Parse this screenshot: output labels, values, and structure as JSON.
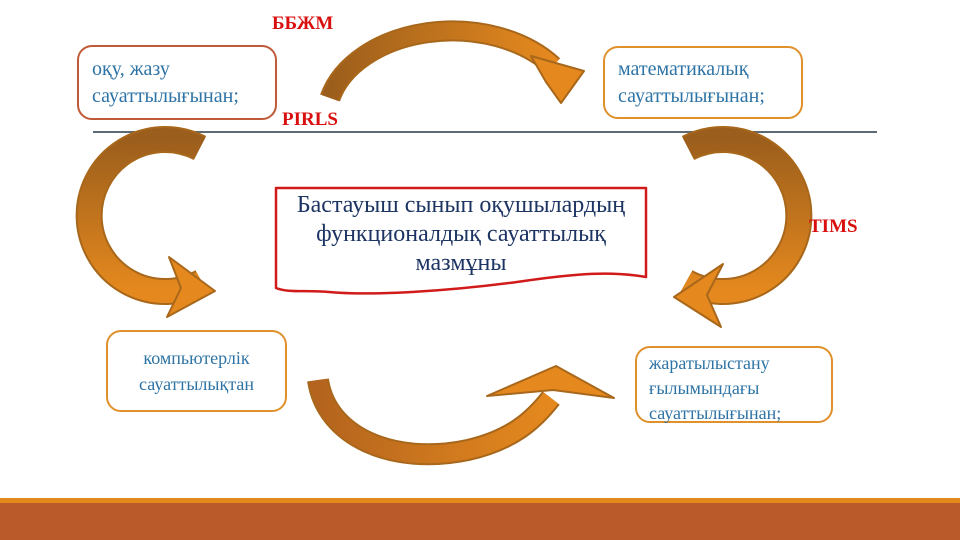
{
  "slide": {
    "labels": {
      "bbzhm": "ББЖМ",
      "pirls": "PIRLS",
      "tims": "TIMS"
    },
    "center_box": {
      "lines": [
        "Бастауыш сынып оқушылардың",
        "функционалдық сауаттылық",
        "мазмұны"
      ]
    },
    "boxes": {
      "top_left": {
        "lines": [
          "оқу, жазу",
          "сауаттылығынан;"
        ]
      },
      "top_right": {
        "lines": [
          "математикалық",
          "сауаттылығынан;"
        ]
      },
      "bottom_left": {
        "lines": [
          "компьютерлік",
          "сауаттылықтан"
        ]
      },
      "bottom_right": {
        "lines": [
          "жаратылыстану",
          "ғылымындағы",
          "сауаттылығынан;"
        ]
      }
    },
    "colors": {
      "arrow_orange": "#E5891E",
      "arrow_brown": "#9C5E1C",
      "arrow_brown2": "#B4641E",
      "arrow_outline": "#A8671A",
      "box_border_orange": "#E0912C",
      "box_border_rust": "#C05A38",
      "text_blue": "#2E73A5",
      "text_navy": "#1D3563",
      "label_red": "#D90F0F",
      "center_border_red": "#D11A1A",
      "divider_gray": "#5C6A75",
      "footer_amber": "#E2891B",
      "footer_rust": "#BA5A2B"
    }
  }
}
